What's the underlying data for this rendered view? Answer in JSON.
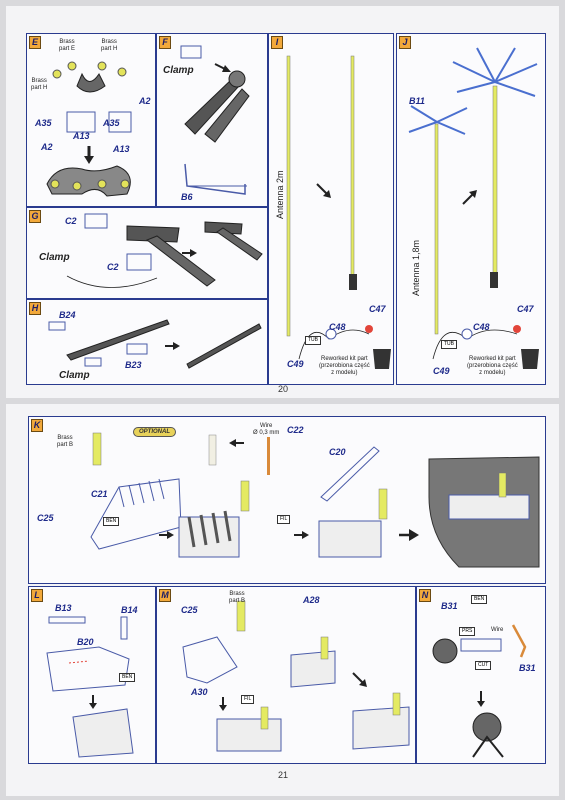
{
  "pages": {
    "top": {
      "page_number": "20",
      "panels": {
        "E": {
          "label": "E",
          "texts": {
            "brass_e": "Brass\npart E",
            "brass_h1": "Brass\npart H",
            "brass_h2": "Brass\npart H",
            "a2_r": "A2",
            "a35_l": "A35",
            "a13_l": "A13",
            "a35_r": "A35",
            "a2_l": "A2",
            "a13_r": "A13"
          }
        },
        "F": {
          "label": "F",
          "texts": {
            "clamp": "Clamp",
            "b6": "B6"
          }
        },
        "G": {
          "label": "G",
          "texts": {
            "c2_top": "C2",
            "c2_mid": "C2",
            "clamp": "Clamp"
          }
        },
        "H": {
          "label": "H",
          "texts": {
            "b24": "B24",
            "b23": "B23",
            "clamp": "Clamp"
          }
        },
        "I": {
          "label": "I",
          "texts": {
            "antenna": "Antenna 2m",
            "c47": "C47",
            "c48": "C48",
            "c49": "C49",
            "tub": "TUB",
            "rework": "Reworked kit part\n(przerobiona część\nz modelu)"
          }
        },
        "J": {
          "label": "J",
          "texts": {
            "b11": "B11",
            "antenna": "Antenna 1,8m",
            "c47": "C47",
            "c48": "C48",
            "c49": "C49",
            "tub": "TUB",
            "rework": "Reworked kit part\n(przerobiona część\nz modelu)"
          }
        }
      }
    },
    "bottom": {
      "page_number": "21",
      "panels": {
        "K": {
          "label": "K",
          "texts": {
            "brass_b": "Brass\npart B",
            "optional": "OPTIONAL",
            "wire": "Wire\nØ 0,3 mm",
            "c22": "C22",
            "c20": "C20",
            "c21": "C21",
            "c25": "C25",
            "ben": "BEN",
            "fil": "FIL"
          }
        },
        "L": {
          "label": "L",
          "texts": {
            "b13": "B13",
            "b14": "B14",
            "b20": "B20",
            "ben": "BEN"
          }
        },
        "M": {
          "label": "M",
          "texts": {
            "c25": "C25",
            "brass_b": "Brass\npart B",
            "a28": "A28",
            "a30": "A30",
            "fil": "FIL"
          }
        },
        "N": {
          "label": "N",
          "texts": {
            "b31_top": "B31",
            "ben": "BEN",
            "prs": "PRS",
            "wire": "Wire",
            "cut": "CUT",
            "b31_r": "B31"
          }
        }
      }
    }
  }
}
